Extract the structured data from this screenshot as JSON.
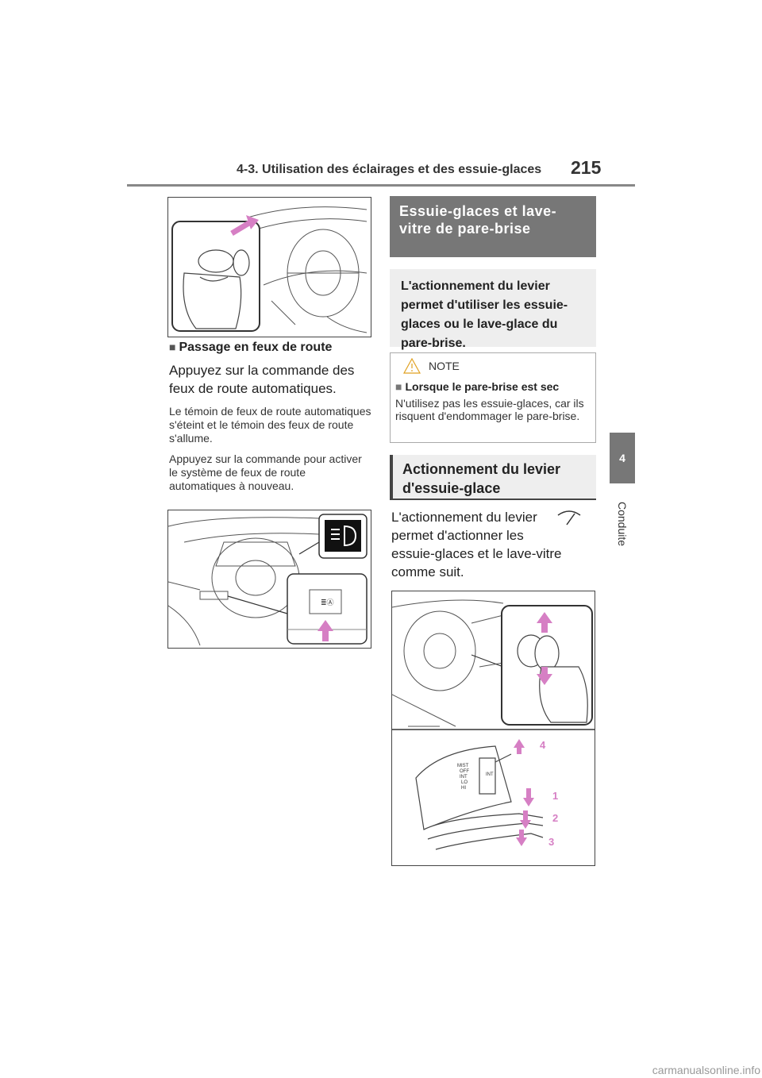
{
  "header": {
    "title": "4-3. Utilisation des éclairages et des essuie-glaces",
    "page_number": "215"
  },
  "side_tab": {
    "number": "4",
    "label": "Conduite"
  },
  "left": {
    "subheading": "Passage en feux de route",
    "bullet": "■",
    "instruction": "Appuyez sur la commande des feux de route automatiques.",
    "detail1": "Le témoin de feux de route automa­tiques s'éteint et le témoin des feux de route s'allume.",
    "detail2": "Appuyez sur la commande pour activer le système de feux de route automatiques à nouveau."
  },
  "right": {
    "section_title": "Essuie-glaces et lave-vitre de pare-brise",
    "summary": "L'actionnement du levier permet d'utiliser les essuie-glaces ou le lave-glace du pare-brise.",
    "note": {
      "label": "NOTE",
      "bullet": "■",
      "heading": "Lorsque le pare-brise est sec",
      "text": "N'utilisez pas les essuie-glaces, car ils risquent d'endommager le pare-brise."
    },
    "subsection_title": "Actionnement du levier d'essuie-glace",
    "body": "L'actionnement du levier permet d'actionner les essuie-glaces et le lave-vitre comme suit.",
    "lever_labels": [
      "MIST",
      "OFF",
      "INT",
      "LO",
      "HI"
    ],
    "ring_label": "INT",
    "positions": [
      "1",
      "2",
      "3",
      "4"
    ]
  },
  "footer": {
    "brand": "carmanualsonline.info"
  },
  "colors": {
    "accent_gray": "#777777",
    "light_gray": "#eeeeee",
    "pink": "#d67fc4"
  }
}
